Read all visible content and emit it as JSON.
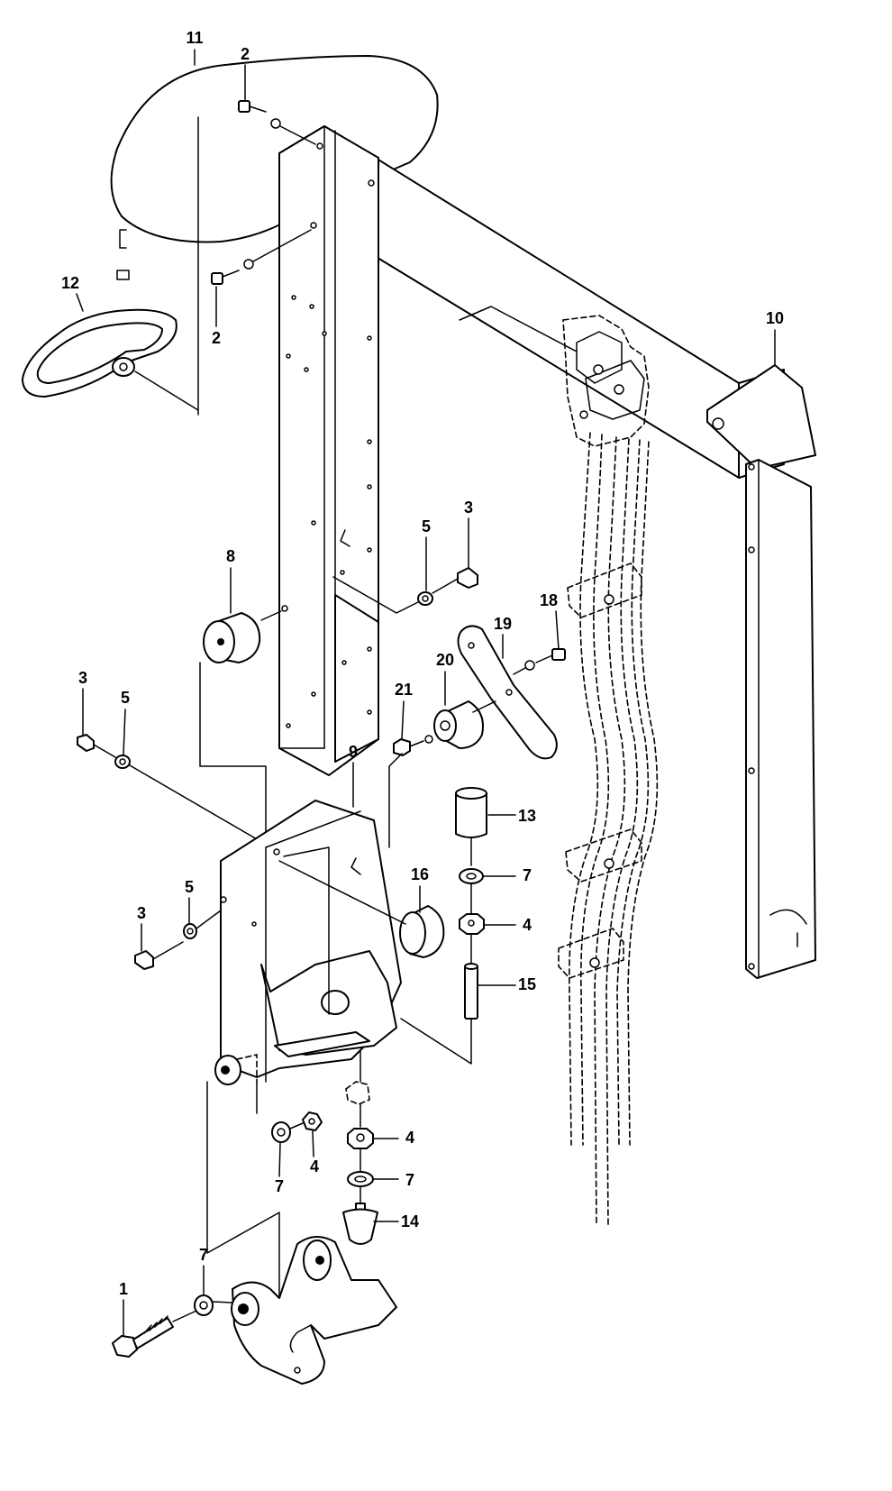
{
  "callouts": [
    {
      "id": "c11a",
      "text": "11"
    },
    {
      "id": "c2a",
      "text": "2"
    },
    {
      "id": "c12",
      "text": "12"
    },
    {
      "id": "c2b",
      "text": "2"
    },
    {
      "id": "c10",
      "text": "10"
    },
    {
      "id": "c3a",
      "text": "3"
    },
    {
      "id": "c5a",
      "text": "5"
    },
    {
      "id": "c8",
      "text": "8"
    },
    {
      "id": "c18",
      "text": "18"
    },
    {
      "id": "c19",
      "text": "19"
    },
    {
      "id": "c20",
      "text": "20"
    },
    {
      "id": "c21",
      "text": "21"
    },
    {
      "id": "c3b",
      "text": "3"
    },
    {
      "id": "c5b",
      "text": "5"
    },
    {
      "id": "c9",
      "text": "9"
    },
    {
      "id": "c13",
      "text": "13"
    },
    {
      "id": "c7a",
      "text": "7"
    },
    {
      "id": "c16",
      "text": "16"
    },
    {
      "id": "c5c",
      "text": "5"
    },
    {
      "id": "c3c",
      "text": "3"
    },
    {
      "id": "c4a",
      "text": "4"
    },
    {
      "id": "c15",
      "text": "15"
    },
    {
      "id": "c4b",
      "text": "4"
    },
    {
      "id": "c7b",
      "text": "7"
    },
    {
      "id": "c4c",
      "text": "4"
    },
    {
      "id": "c7c",
      "text": "7"
    },
    {
      "id": "c14",
      "text": "14"
    },
    {
      "id": "c7d",
      "text": "7"
    },
    {
      "id": "c1",
      "text": "1"
    }
  ]
}
